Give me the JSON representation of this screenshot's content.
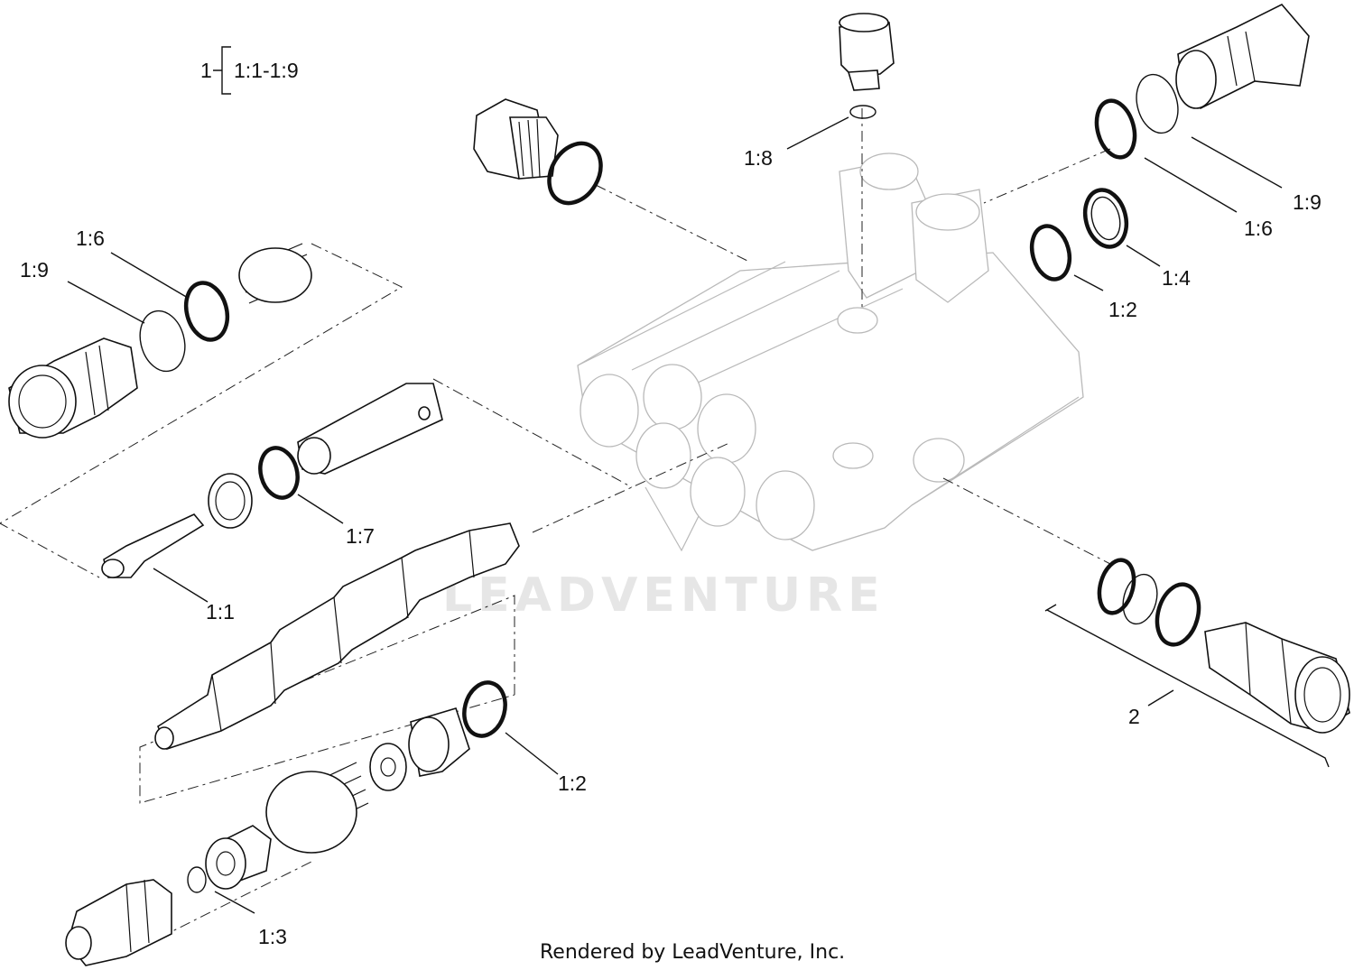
{
  "diagram": {
    "legend": {
      "parent": "1",
      "range": "1:1-1:9"
    },
    "callouts": {
      "top_1_8": "1:8",
      "right_1_9": "1:9",
      "right_1_6": "1:6",
      "right_1_4": "1:4",
      "right_1_2": "1:2",
      "left_1_6": "1:6",
      "left_1_9": "1:9",
      "left_1_7": "1:7",
      "left_1_1": "1:1",
      "bottom_1_2": "1:2",
      "bottom_1_3": "1:3",
      "assembly_2": "2"
    },
    "watermark": "LEADVENTURE",
    "footer": "Rendered by LeadVenture, Inc."
  }
}
